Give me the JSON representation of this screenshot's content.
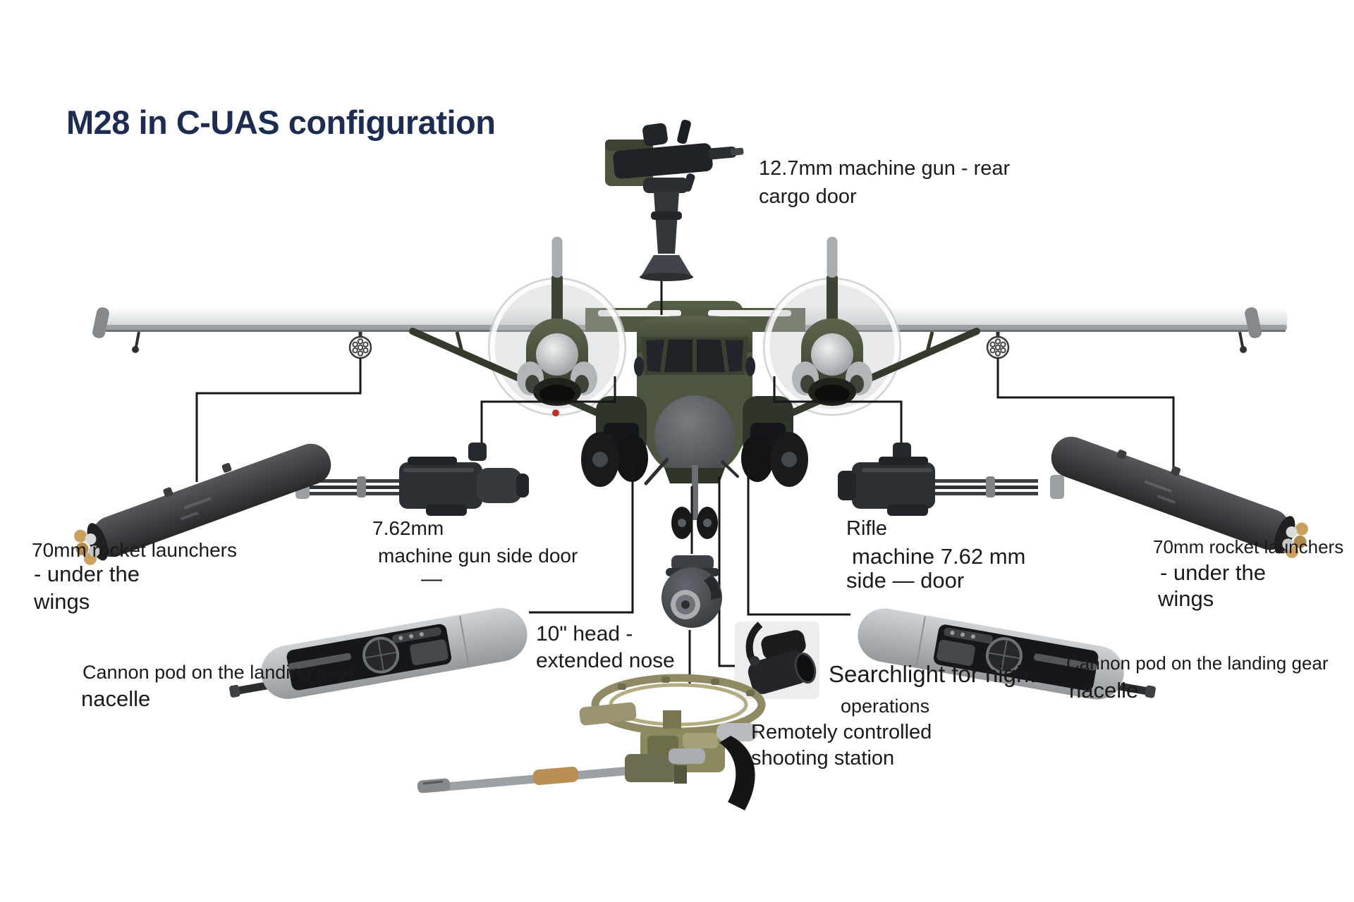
{
  "title": "M28 in C-UAS configuration",
  "colors": {
    "title": "#1d2c51",
    "label": "#1a1a1a",
    "line": "#161616",
    "airframe_olive": "#4c5540"
  },
  "callouts": {
    "top_gun": {
      "line1": "12.7mm machine gun - rear",
      "line2": "cargo door"
    },
    "rockets_left": {
      "line1": "70mm rocket launchers",
      "line2": "- under the",
      "line3": "wings"
    },
    "mg_left": {
      "line1": "7.62mm",
      "line2": "machine gun side door",
      "line3": "—"
    },
    "cannon_left": {
      "line1": "Cannon pod on the landing gear",
      "line2": "nacelle"
    },
    "head": {
      "line1": "10\" head -",
      "line2": "extended nose"
    },
    "mg_right": {
      "line1": "Rifle",
      "line2": "machine 7.62 mm",
      "line3": "side — door"
    },
    "searchlight": {
      "line1": "Searchlight for night",
      "line2": "operations"
    },
    "station": {
      "line1": "Remotely controlled",
      "line2": "shooting station"
    },
    "rockets_right": {
      "line1": "70mm rocket launchers",
      "line2": "- under the",
      "line3": "wings"
    },
    "cannon_right": {
      "line1": "Cannon pod on the landing gear",
      "line2": "nacelle"
    }
  }
}
